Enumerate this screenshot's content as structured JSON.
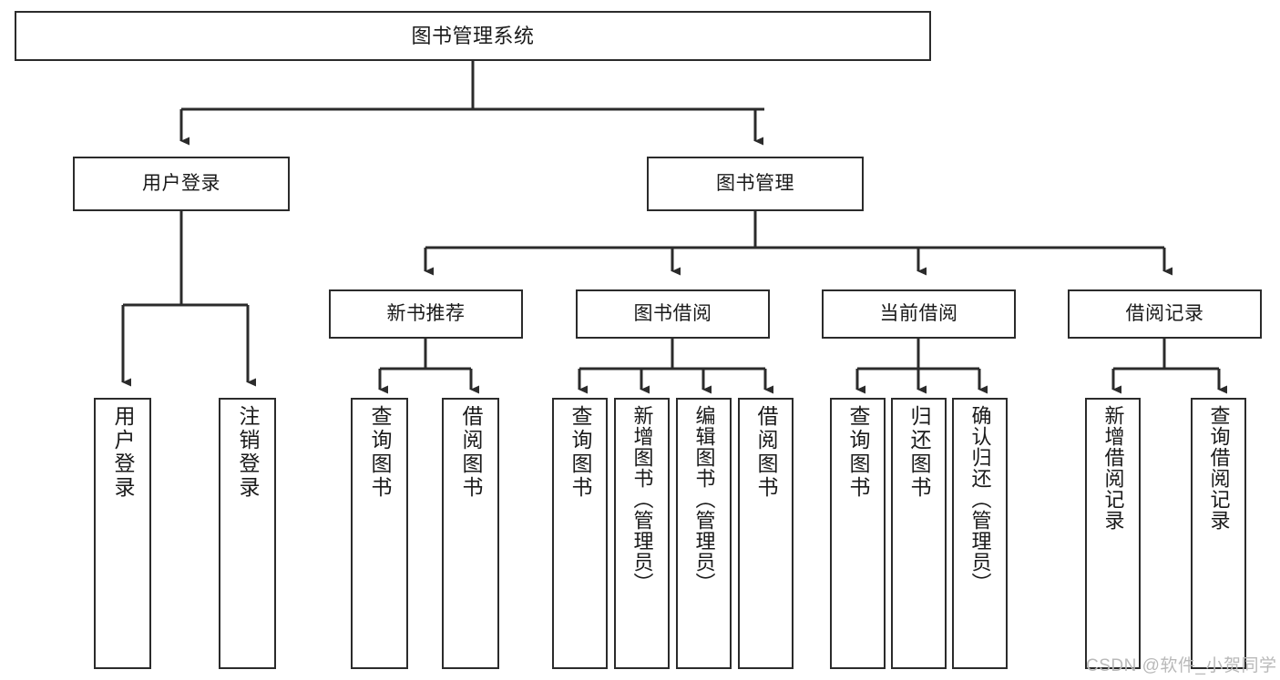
{
  "diagram": {
    "title": "图书管理系统",
    "watermark": "CSDN @软件_小贺同学",
    "colors": {
      "background": "#ffffff",
      "node_border": "#2b2b2b",
      "node_fill": "#ffffff",
      "edge": "#2b2b2b",
      "text": "#1a1a1a",
      "watermark": "#b9b9b9"
    },
    "nodes": {
      "root": {
        "label": "图书管理系统"
      },
      "level1": [
        {
          "id": "user-login",
          "label": "用户登录"
        },
        {
          "id": "book-manage",
          "label": "图书管理"
        }
      ],
      "level2": [
        {
          "id": "new-book-recommend",
          "label": "新书推荐"
        },
        {
          "id": "book-borrow",
          "label": "图书借阅"
        },
        {
          "id": "current-borrow",
          "label": "当前借阅"
        },
        {
          "id": "borrow-record",
          "label": "借阅记录"
        }
      ],
      "leaves": {
        "user_login": [
          {
            "id": "leaf-user-login",
            "label": "用户登录"
          },
          {
            "id": "leaf-logout-login",
            "label": "注销登录"
          }
        ],
        "new_book_recommend": [
          {
            "id": "leaf-query-book-1",
            "label": "查询图书"
          },
          {
            "id": "leaf-borrow-book-1",
            "label": "借阅图书"
          }
        ],
        "book_borrow": [
          {
            "id": "leaf-query-book-2",
            "label": "查询图书"
          },
          {
            "id": "leaf-add-book",
            "label": "新增图书（管理员）"
          },
          {
            "id": "leaf-edit-book",
            "label": "编辑图书（管理员）"
          },
          {
            "id": "leaf-borrow-book-2",
            "label": "借阅图书"
          }
        ],
        "current_borrow": [
          {
            "id": "leaf-query-book-3",
            "label": "查询图书"
          },
          {
            "id": "leaf-return-book",
            "label": "归还图书"
          },
          {
            "id": "leaf-confirm-return",
            "label": "确认归还（管理员）"
          }
        ],
        "borrow_record": [
          {
            "id": "leaf-add-borrow-record",
            "label": "新增借阅记录"
          },
          {
            "id": "leaf-query-borrow-record",
            "label": "查询借阅记录"
          }
        ]
      }
    },
    "chart_data": {
      "type": "diagram",
      "subtype": "tree-hierarchy",
      "title": "图书管理系统",
      "orientation": "top-down",
      "edge_style": "orthogonal-with-arrowheads",
      "hierarchy": [
        {
          "label": "图书管理系统",
          "children": [
            {
              "label": "用户登录",
              "children": [
                {
                  "label": "用户登录",
                  "children": []
                },
                {
                  "label": "注销登录",
                  "children": []
                }
              ]
            },
            {
              "label": "图书管理",
              "children": [
                {
                  "label": "新书推荐",
                  "children": [
                    {
                      "label": "查询图书",
                      "children": []
                    },
                    {
                      "label": "借阅图书",
                      "children": []
                    }
                  ]
                },
                {
                  "label": "图书借阅",
                  "children": [
                    {
                      "label": "查询图书",
                      "children": []
                    },
                    {
                      "label": "新增图书（管理员）",
                      "children": []
                    },
                    {
                      "label": "编辑图书（管理员）",
                      "children": []
                    },
                    {
                      "label": "借阅图书",
                      "children": []
                    }
                  ]
                },
                {
                  "label": "当前借阅",
                  "children": [
                    {
                      "label": "查询图书",
                      "children": []
                    },
                    {
                      "label": "归还图书",
                      "children": []
                    },
                    {
                      "label": "确认归还（管理员）",
                      "children": []
                    }
                  ]
                },
                {
                  "label": "借阅记录",
                  "children": [
                    {
                      "label": "新增借阅记录",
                      "children": []
                    },
                    {
                      "label": "查询借阅记录",
                      "children": []
                    }
                  ]
                }
              ]
            }
          ]
        }
      ],
      "node_count": 20,
      "depth": 4
    }
  }
}
